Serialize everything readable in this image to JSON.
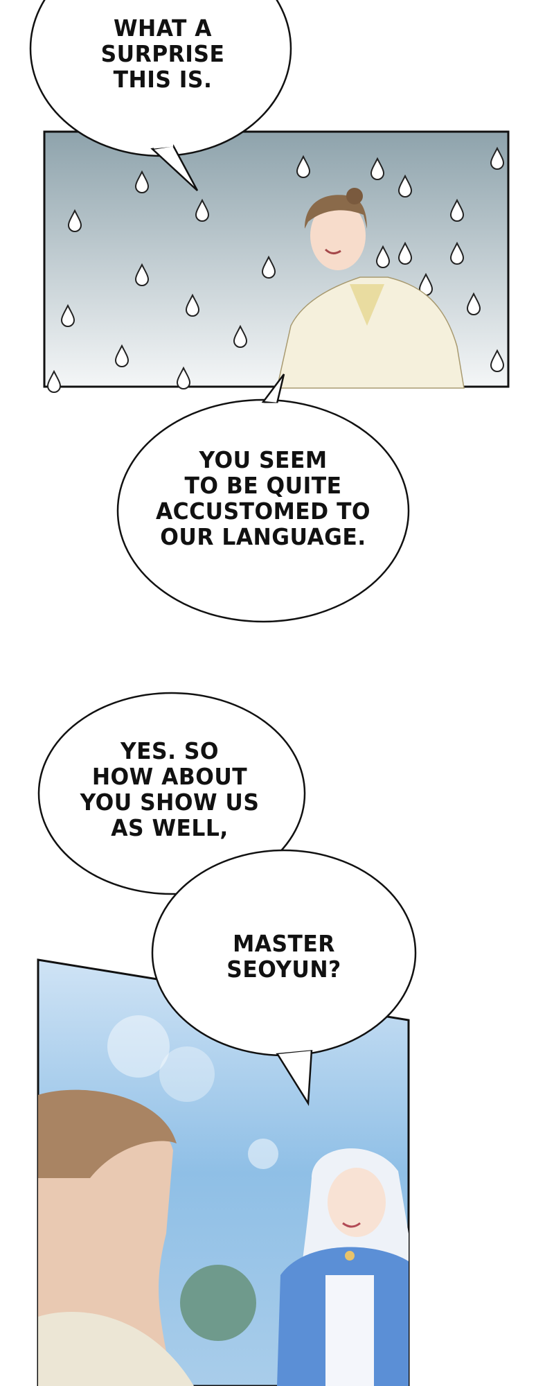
{
  "bubbles": [
    {
      "lines": [
        "WHAT A",
        "SURPRISE",
        "THIS IS."
      ]
    },
    {
      "lines": [
        "YOU SEEM",
        "TO BE QUITE",
        "ACCUSTOMED TO",
        "OUR LANGUAGE."
      ]
    },
    {
      "lines": [
        "YES. SO",
        "HOW ABOUT",
        "YOU SHOW US",
        "AS WELL,"
      ]
    },
    {
      "lines": [
        "MASTER",
        "SEOYUN?"
      ]
    }
  ],
  "colors": {
    "rain_sky_top": "#8ea3ac",
    "rain_sky_bottom": "#f4f6f7",
    "sky_blue": "#8fbfe6",
    "outline": "#111111"
  }
}
